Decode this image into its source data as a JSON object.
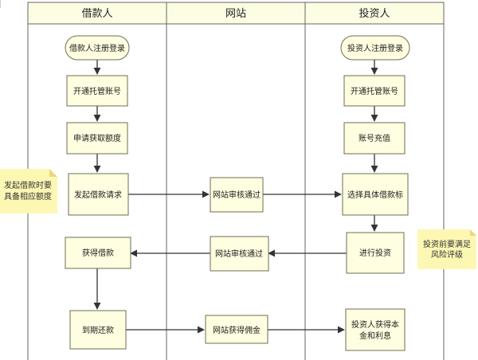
{
  "lanes": {
    "borrower": "借款人",
    "site": "网站",
    "investor": "投资人"
  },
  "nodes": {
    "borrower_register": "借款人注册登录",
    "borrower_open_account": "开通托管账号",
    "apply_quota": "申请获取额度",
    "initiate_loan": "发起借款请求",
    "get_loan": "获得借款",
    "repay": "到期还款",
    "site_review_1": "网站审核通过",
    "site_review_2": "网站审核通过",
    "site_commission": "网站获得佣金",
    "investor_register": "投资人注册登录",
    "investor_open_account": "开通托管账号",
    "recharge": "账号充值",
    "choose_target": "选择具体借款标",
    "invest": "进行投资",
    "get_principal_line1": "投资人获得本",
    "get_principal_line2": "金和利息"
  },
  "notes": {
    "borrower_note_line1": "发起借款时要",
    "borrower_note_line2": "具备相应额度",
    "investor_note_line1": "投资前要满足",
    "investor_note_line2": "风险评级"
  },
  "colors": {
    "node_fill": "#fffee0",
    "node_border": "#6d6d55",
    "header_fill": "#fdfde4",
    "note_fill": "#fdf7b4",
    "line": "#333333"
  }
}
